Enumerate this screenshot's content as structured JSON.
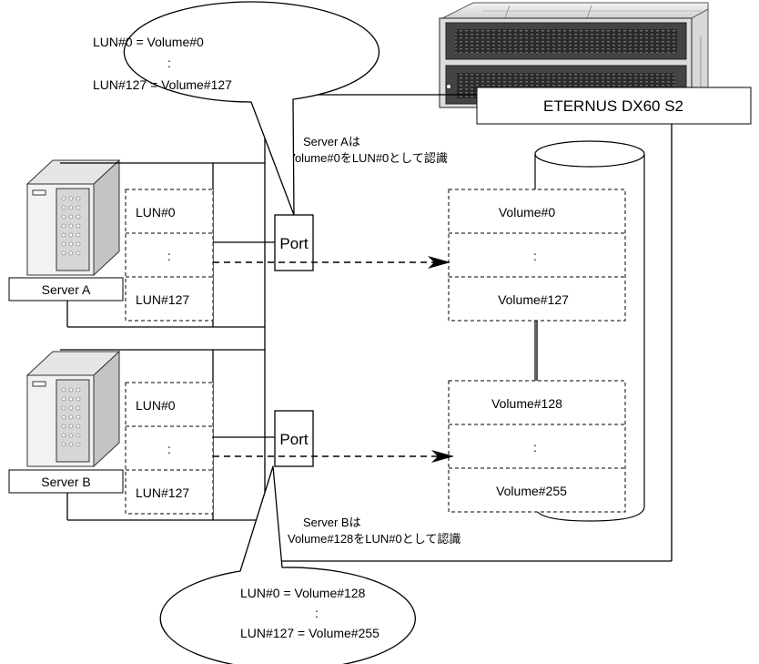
{
  "storage": {
    "name": "ETERNUS DX60 S2"
  },
  "callouts": {
    "top": {
      "line1": "LUN#0 = Volume#0",
      "dots": ":",
      "line2": "LUN#127 = Volume#127"
    },
    "bottom": {
      "line1": "LUN#0 = Volume#128",
      "dots": ":",
      "line2": "LUN#127 = Volume#255"
    }
  },
  "notes": {
    "server_a": {
      "line1": "Server Aは",
      "line2": "Volume#0をLUN#0として認識"
    },
    "server_b": {
      "line1": "Server Bは",
      "line2": "Volume#128をLUN#0として認識"
    }
  },
  "servers": [
    {
      "name": "Server A",
      "luns": [
        "LUN#0",
        ":",
        "LUN#127"
      ]
    },
    {
      "name": "Server B",
      "luns": [
        "LUN#0",
        ":",
        "LUN#127"
      ]
    }
  ],
  "ports": [
    "Port",
    "Port"
  ],
  "volume_groups": [
    [
      "Volume#0",
      ":",
      "Volume#127"
    ],
    [
      "Volume#128",
      ":",
      "Volume#255"
    ]
  ]
}
